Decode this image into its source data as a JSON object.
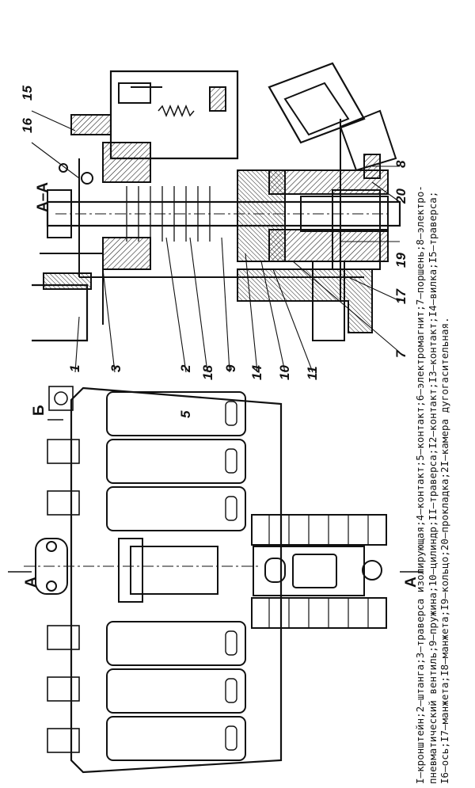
{
  "section_labels": {
    "a_a_top": "А–А",
    "a_left": "А",
    "a_right": "А",
    "b": "Б",
    "b_arrow": "5"
  },
  "part_numbers": {
    "n15": "15",
    "n16": "16",
    "n20": "20",
    "n8": "8",
    "n19": "19",
    "n17": "17",
    "n7": "7",
    "n11": "11",
    "n10": "10",
    "n14": "14",
    "n9": "9",
    "n18": "18",
    "n2": "2",
    "n3": "3",
    "n1": "1"
  },
  "caption": {
    "line1": "I–кронштейн;2–штанга;3–траверса изолирующая;4–контакт;5–контакт;6–электромагнит;7–поршень;8–электро-",
    "line2": "пневматический вентиль;9–пружина;10–цилиндр;II–траверса;I2–контакт;I3–контакт;I4–вилка;I5–траверса;",
    "line3": "I6–ось;I7–манжета;I8–манжета;I9–кольцо;20–прокладка;2I–камера дугогасительная."
  }
}
